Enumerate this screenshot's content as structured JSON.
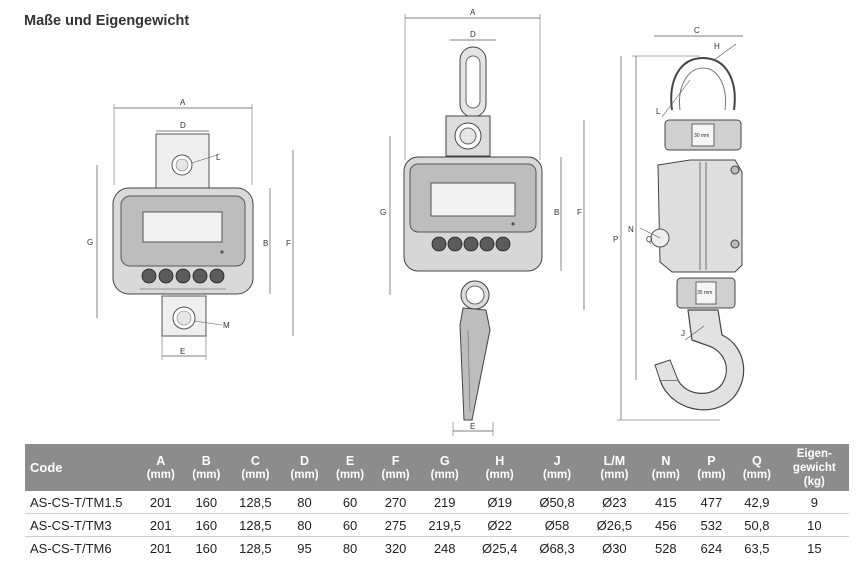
{
  "title": "Maße und Eigengewicht",
  "drawing_labels": {
    "A": "A",
    "B": "B",
    "C": "C",
    "D": "D",
    "E": "E",
    "F": "F",
    "G": "G",
    "H": "H",
    "J": "J",
    "L": "L",
    "M": "M",
    "N": "N",
    "P": "P",
    "Q": "Q",
    "bolt_30": "30 mm",
    "bolt_35": "35 mm"
  },
  "table": {
    "code_header": "Code",
    "columns": [
      {
        "key": "A",
        "label": "A",
        "unit": "(mm)"
      },
      {
        "key": "B",
        "label": "B",
        "unit": "(mm)"
      },
      {
        "key": "C",
        "label": "C",
        "unit": "(mm)"
      },
      {
        "key": "D",
        "label": "D",
        "unit": "(mm)"
      },
      {
        "key": "E",
        "label": "E",
        "unit": "(mm)"
      },
      {
        "key": "F",
        "label": "F",
        "unit": "(mm)"
      },
      {
        "key": "G",
        "label": "G",
        "unit": "(mm)"
      },
      {
        "key": "H",
        "label": "H",
        "unit": "(mm)"
      },
      {
        "key": "J",
        "label": "J",
        "unit": "(mm)"
      },
      {
        "key": "LM",
        "label": "L/M",
        "unit": "(mm)"
      },
      {
        "key": "N",
        "label": "N",
        "unit": "(mm)"
      },
      {
        "key": "P",
        "label": "P",
        "unit": "(mm)"
      },
      {
        "key": "Q",
        "label": "Q",
        "unit": "(mm)"
      },
      {
        "key": "W",
        "label": "Eigen-",
        "label2": "gewicht",
        "unit": "(kg)"
      }
    ],
    "rows": [
      {
        "code": "AS-CS-T/TM1.5",
        "values": [
          "201",
          "160",
          "128,5",
          "80",
          "60",
          "270",
          "219",
          "Ø19",
          "Ø50,8",
          "Ø23",
          "415",
          "477",
          "42,9",
          "9"
        ]
      },
      {
        "code": "AS-CS-T/TM3",
        "values": [
          "201",
          "160",
          "128,5",
          "80",
          "60",
          "275",
          "219,5",
          "Ø22",
          "Ø58",
          "Ø26,5",
          "456",
          "532",
          "50,8",
          "10"
        ]
      },
      {
        "code": "AS-CS-T/TM6",
        "values": [
          "201",
          "160",
          "128,5",
          "95",
          "80",
          "320",
          "248",
          "Ø25,4",
          "Ø68,3",
          "Ø30",
          "528",
          "624",
          "63,5",
          "15"
        ]
      }
    ]
  }
}
